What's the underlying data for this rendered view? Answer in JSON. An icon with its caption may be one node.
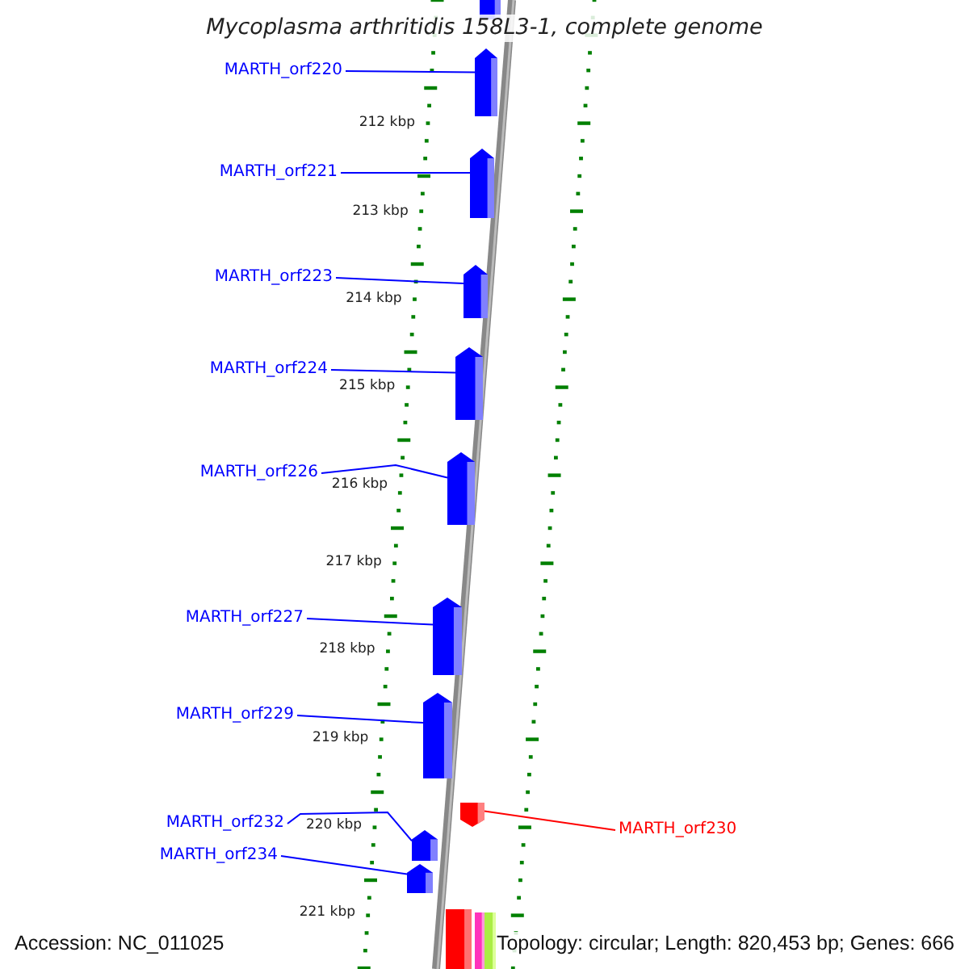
{
  "diagram": {
    "title": "Mycoplasma arthritidis 158L3-1, complete genome",
    "nodes": [
      {
        "text": [],
        "shape": "box"
      },
      {
        "text": [
          "MARTH_orf220"
        ]
      },
      {
        "text": [],
        "shape": "box"
      },
      {
        "text": [
          "MARTH_orf221"
        ]
      },
      {
        "text": [],
        "shape": "box"
      },
      {
        "text": [
          "MARTH_orf223"
        ]
      },
      {
        "text": [],
        "shape": "box"
      },
      {
        "text": [
          "MARTH_orf224"
        ]
      },
      {
        "text": [],
        "shape": "box"
      },
      {
        "text": [
          "MARTH_orf226"
        ]
      },
      {
        "text": [],
        "shape": "box"
      },
      {
        "text": [
          "MARTH_orf227"
        ]
      },
      {
        "text": [],
        "shape": "box"
      },
      {
        "text": [
          "MARTH_orf229"
        ]
      },
      {
        "text": [],
        "shape": "box"
      },
      {
        "text": [
          "MARTH_orf232"
        ]
      },
      {
        "text": [],
        "shape": "box"
      },
      {
        "text": [
          "MARTH_orf230"
        ]
      },
      {
        "text": [],
        "shape": "box"
      },
      {
        "text": [
          "MARTH_orf234"
        ]
      },
      {
        "text": [],
        "shape": "box"
      },
      {
        "text": [],
        "shape": "bar"
      },
      {
        "text": [],
        "shape": "bar"
      },
      {
        "text": [],
        "shape": "bar"
      }
    ],
    "edges": [
      {
        "from": 1,
        "to": 2,
        "arrow": "none"
      },
      {
        "from": 3,
        "to": 4,
        "arrow": "none"
      },
      {
        "from": 5,
        "to": 6,
        "arrow": "none"
      },
      {
        "from": 7,
        "to": 8,
        "arrow": "none"
      },
      {
        "from": 9,
        "to": 10,
        "arrow": "none"
      },
      {
        "from": 11,
        "to": 12,
        "arrow": "none"
      },
      {
        "from": 13,
        "to": 14,
        "arrow": "none"
      },
      {
        "from": 15,
        "to": 16,
        "arrow": "none"
      },
      {
        "from": 17,
        "to": 18,
        "arrow": "none",
        "color": "#ff0000"
      },
      {
        "from": 19,
        "to": 20,
        "arrow": "none"
      }
    ],
    "labels": [
      "212 kbp",
      "213 kbp",
      "214 kbp",
      "215 kbp",
      "216 kbp",
      "217 kbp",
      "218 kbp",
      "219 kbp",
      "220 kbp",
      "221 kbp",
      "Accession: NC_011025",
      "Topology: circular; Length: 820,453 bp; Genes: 666"
    ]
  }
}
